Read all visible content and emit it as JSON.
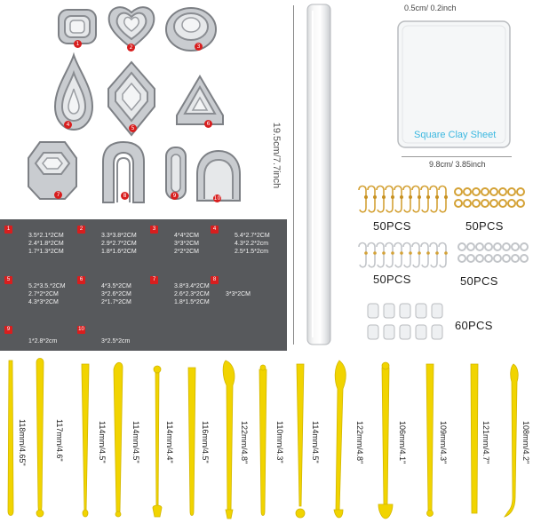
{
  "colors": {
    "badge": "#d81e1e",
    "panel": "#57595c",
    "tool_yellow": "#f1d400",
    "sheet_text": "#3cb8e0",
    "metal": "#c9ccd0"
  },
  "cutters": [
    {
      "num": "1",
      "shape": "rounded-square"
    },
    {
      "num": "2",
      "shape": "heart"
    },
    {
      "num": "3",
      "shape": "circle"
    },
    {
      "num": "4",
      "shape": "teardrop"
    },
    {
      "num": "5",
      "shape": "rhombus"
    },
    {
      "num": "6",
      "shape": "triangle"
    },
    {
      "num": "7",
      "shape": "hexagon"
    },
    {
      "num": "8",
      "shape": "arch"
    },
    {
      "num": "9",
      "shape": "capsule"
    },
    {
      "num": "10",
      "shape": "semicircle"
    }
  ],
  "sizes": [
    {
      "num": "1",
      "lines": [
        "3.5*2.1*2CM",
        "2.4*1.8*2CM",
        "1.7*1.3*2CM"
      ]
    },
    {
      "num": "2",
      "lines": [
        "3.3*3.8*2CM",
        "2.9*2.7*2CM",
        "1.8*1.6*2CM"
      ]
    },
    {
      "num": "3",
      "lines": [
        "4*4*2CM",
        "3*3*2CM",
        "2*2*2CM"
      ]
    },
    {
      "num": "4",
      "lines": [
        "5.4*2.7*2CM",
        "4.3*2.2*2cm",
        "2.5*1.5*2cm"
      ]
    },
    {
      "num": "5",
      "lines": [
        "5.2*3.5.*2CM",
        "2.7*2*2CM",
        "4.3*3*2CM"
      ]
    },
    {
      "num": "6",
      "lines": [
        "4*3.5*2CM",
        "3*2.6*2CM",
        "2*1.7*2CM"
      ]
    },
    {
      "num": "7",
      "lines": [
        "3.8*3.4*2CM",
        "2.6*2.3*2CM",
        "1.8*1.5*2CM"
      ]
    },
    {
      "num": "8",
      "lines": [
        "3*3*2CM"
      ]
    },
    {
      "num": "9",
      "lines": [
        "1*2.8*2cm"
      ]
    },
    {
      "num": "10",
      "lines": [
        "3*2.5*2cm"
      ]
    }
  ],
  "rolling_pin": {
    "length_label": "19.5cm/7.7inch"
  },
  "clay_sheet": {
    "thickness_label": "0.5cm/ 0.2inch",
    "title": "Square Clay Sheet",
    "width_label": "9.8cm/ 3.85inch"
  },
  "hardware": [
    {
      "item": "gold earring hooks",
      "qty": "50PCS"
    },
    {
      "item": "gold jump rings",
      "qty": "50PCS"
    },
    {
      "item": "silver earring hooks",
      "qty": "50PCS"
    },
    {
      "item": "silver jump rings",
      "qty": "50PCS"
    },
    {
      "item": "earring backs",
      "qty": "60PCS"
    }
  ],
  "tools": [
    {
      "label": "118mm/4.65\""
    },
    {
      "label": "117mm/4.6\""
    },
    {
      "label": "114mm/4.5\""
    },
    {
      "label": "114mm/4.5\""
    },
    {
      "label": "114mm/4.4\""
    },
    {
      "label": "116mm/4.5\""
    },
    {
      "label": "122mm/4.8\""
    },
    {
      "label": "110mm/4.3\""
    },
    {
      "label": "114mm/4.5\""
    },
    {
      "label": "122mm/4.8\""
    },
    {
      "label": "106mm/4.1\""
    },
    {
      "label": "109mm/4.3\""
    },
    {
      "label": "121mm/4.7\""
    },
    {
      "label": "108mm/4.2\""
    }
  ]
}
